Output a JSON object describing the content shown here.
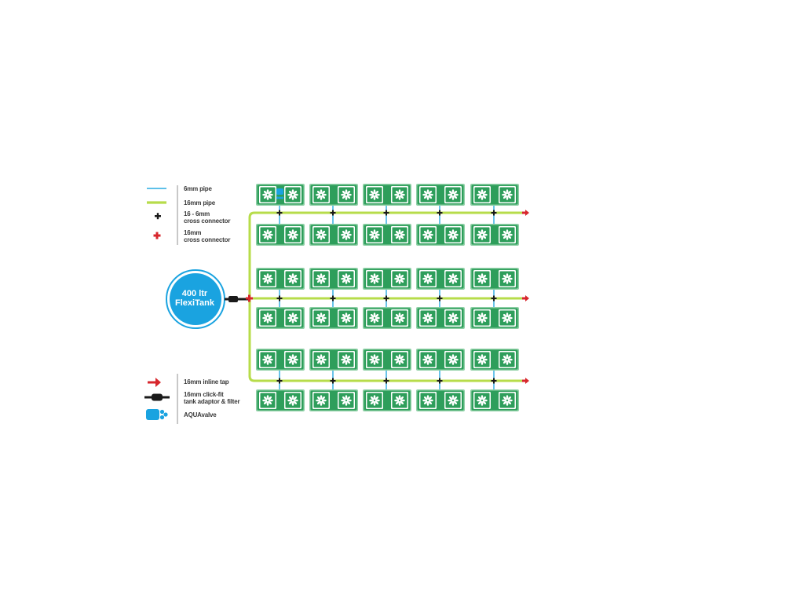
{
  "legend": {
    "pipe_6mm": "6mm pipe",
    "pipe_16mm": "16mm pipe",
    "cross_16_6": "16 - 6mm cross connector",
    "cross_16_6_line1": "16 - 6mm",
    "cross_16_6_line2": "cross connector",
    "cross_16_line1": "16mm",
    "cross_16_line2": "cross connector",
    "inline_tap": "16mm inline tap",
    "adaptor_line1": "16mm click-fit",
    "adaptor_line2": "tank adaptor & filter",
    "aquavalve": "AQUAvalve"
  },
  "tank": {
    "line1": "400 ltr",
    "line2": "FlexiTank"
  },
  "layout": {
    "main_lines": 3,
    "planter_rows_per_line": 2,
    "planters_per_row": 5,
    "pots_per_planter": 2
  },
  "colors": {
    "pipe_6mm": "#29abe2",
    "pipe_16mm": "#b7dc4a",
    "planter": "#2e9e5b",
    "planter_light": "#8fd0a6",
    "tank": "#1aa3e0",
    "tap": "#d7262c",
    "connector": "#1a1a1a"
  },
  "icons": {
    "pipe_6mm": "blue-line-icon",
    "pipe_16mm": "green-line-icon",
    "cross_16_6": "black-cross-icon",
    "cross_16": "red-cross-icon",
    "inline_tap": "red-arrow-icon",
    "adaptor": "black-adaptor-icon",
    "aquavalve": "blue-valve-icon"
  }
}
